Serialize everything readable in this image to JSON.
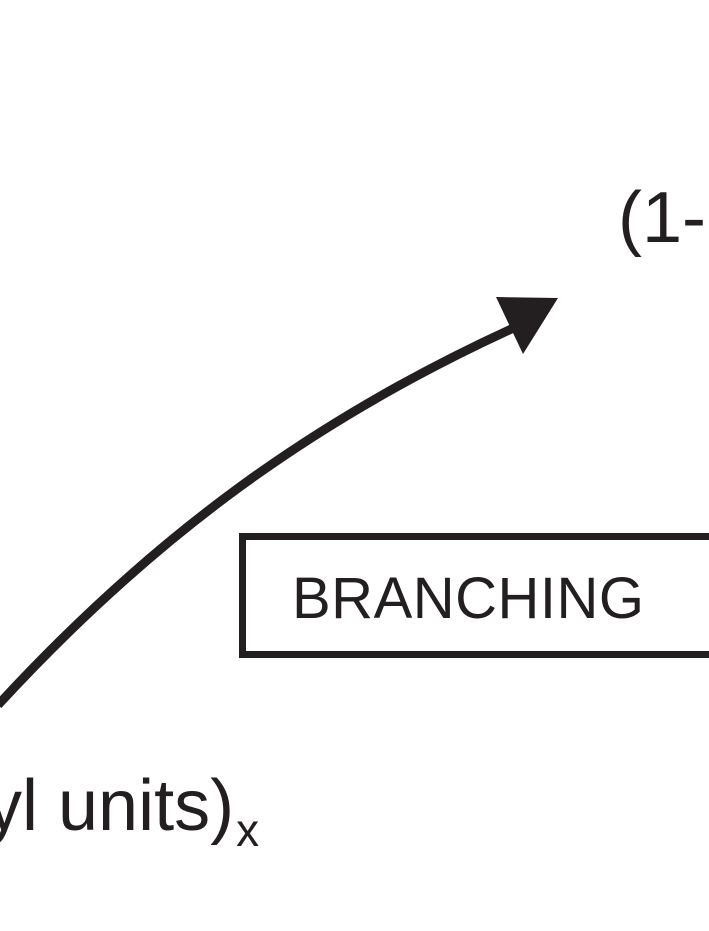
{
  "labels": {
    "top_fragment": "(1-",
    "bottom_main": "yl units)",
    "bottom_subscript": "x"
  },
  "box": {
    "text": "BRANCHING"
  },
  "colors": {
    "ink": "#231f20",
    "background": "#ffffff"
  }
}
